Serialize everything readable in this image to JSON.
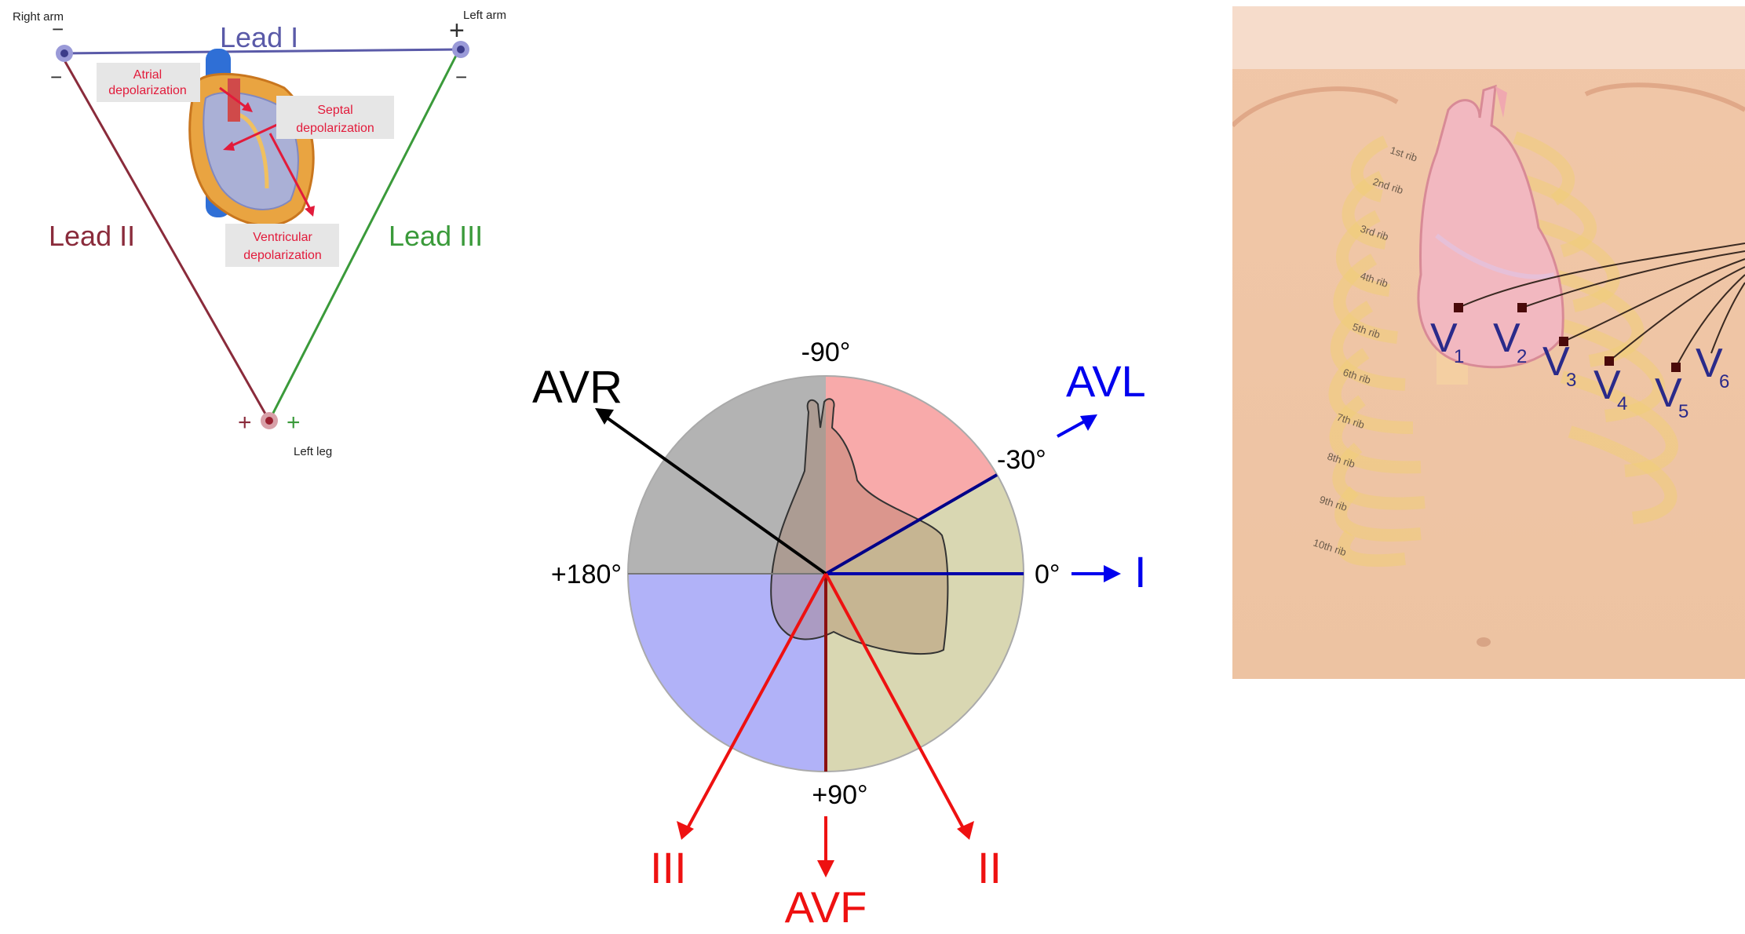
{
  "einthoven": {
    "right_arm": "Right arm",
    "left_arm": "Left arm",
    "left_leg": "Left leg",
    "lead_i": "Lead I",
    "lead_ii": "Lead II",
    "lead_iii": "Lead III",
    "minus": "−",
    "plus": "+",
    "atrial_1": "Atrial",
    "atrial_2": "depolarization",
    "septal_1": "Septal",
    "septal_2": "depolarization",
    "ventricular_1": "Ventricular",
    "ventricular_2": "depolarization"
  },
  "hexaxial": {
    "deg_minus90": "-90°",
    "deg_minus30": "-30°",
    "deg_0": "0°",
    "deg_180": "+180°",
    "deg_90": "+90°",
    "avr": "AVR",
    "avl": "AVL",
    "lead_i": "I",
    "lead_ii": "II",
    "lead_iii": "III",
    "avf": "AVF",
    "colors": {
      "blue": "#0000ee",
      "red": "#ee1111",
      "black": "#000000"
    }
  },
  "chest": {
    "ribs": [
      "1st rib",
      "2nd rib",
      "3rd rib",
      "4th rib",
      "5th rib",
      "6th rib",
      "7th rib",
      "8th rib",
      "9th rib",
      "10th rib"
    ],
    "v1": "V",
    "v1_sub": "1",
    "v2": "V",
    "v2_sub": "2",
    "v3": "V",
    "v3_sub": "3",
    "v4": "V",
    "v4_sub": "4",
    "v5": "V",
    "v5_sub": "5",
    "v6": "V",
    "v6_sub": "6"
  }
}
